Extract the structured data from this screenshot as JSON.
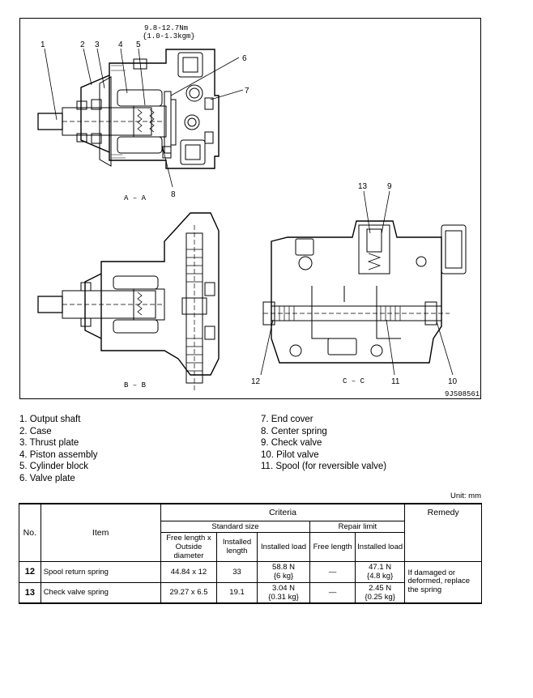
{
  "figure": {
    "torque_note_line1": "9.8-12.7Nm",
    "torque_note_line2": "{1.0-1.3kgm}",
    "section_aa": "A – A",
    "section_bb": "B – B",
    "section_cc": "C – C",
    "figure_code": "9JS08561",
    "callouts": [
      "1",
      "2",
      "3",
      "4",
      "5",
      "6",
      "7",
      "8",
      "13",
      "9",
      "12",
      "11",
      "10"
    ]
  },
  "legend": {
    "left": [
      "1. Output shaft",
      "2. Case",
      "3. Thrust plate",
      "4. Piston assembly",
      "5. Cylinder block",
      "6. Valve plate"
    ],
    "right": [
      "7. End cover",
      "8. Center spring",
      "9. Check valve",
      "10. Pilot valve",
      "11. Spool  (for reversible valve)"
    ]
  },
  "unit": "Unit: mm",
  "table": {
    "headers": {
      "no": "No.",
      "item": "Item",
      "criteria": "Criteria",
      "remedy": "Remedy",
      "standard_size": "Standard size",
      "repair_limit": "Repair limit",
      "free_length_od": "Free length x Outside diameter",
      "installed_length": "Installed length",
      "installed_load": "Installed load",
      "free_length": "Free length",
      "installed_load_limit": "Installed load"
    },
    "rows": [
      {
        "no": "12",
        "item": "Spool return spring",
        "free_length_od": "44.84 x 12",
        "installed_length": "33",
        "installed_load": "58.8 N",
        "installed_load_kg": "{6 kg}",
        "free_length": "—",
        "limit_load": "47.1 N",
        "limit_load_kg": "{4.8 kg}"
      },
      {
        "no": "13",
        "item": "Check valve spring",
        "free_length_od": "29.27 x 6.5",
        "installed_length": "19.1",
        "installed_load": "3.04 N",
        "installed_load_kg": "{0.31 kg}",
        "free_length": "—",
        "limit_load": "2.45 N",
        "limit_load_kg": "{0.25 kg}"
      }
    ],
    "remedy_text": "If damaged or deformed, replace the spring"
  }
}
